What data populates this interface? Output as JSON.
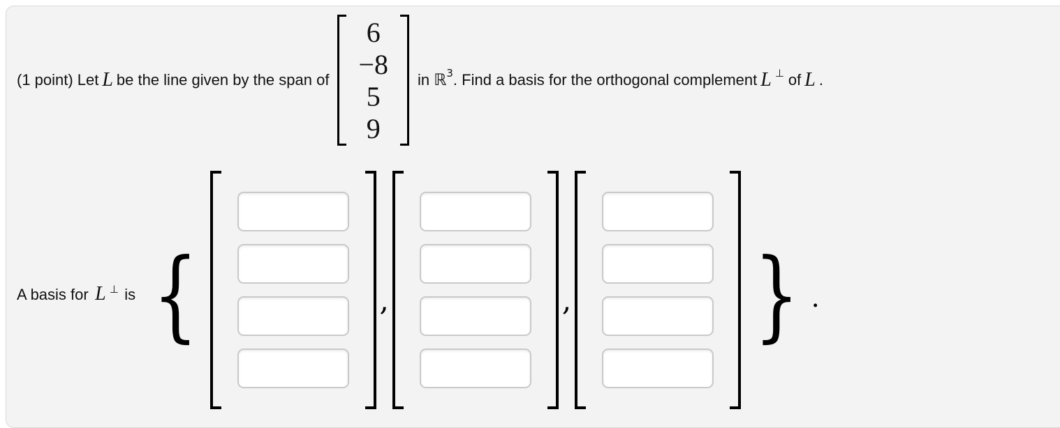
{
  "colors": {
    "panel_background": "#f3f3f3",
    "panel_border": "#d9d9d9",
    "input_border": "#c9c9c9",
    "text": "#111111",
    "bracket": "#000000"
  },
  "problem": {
    "points": "(1 point)",
    "text_let": "Let",
    "var_L": "L",
    "text_span": "be the line given by the span of",
    "vector": [
      "6",
      "−8",
      "5",
      "9"
    ],
    "text_in": "in",
    "reals_symbol": "ℝ",
    "reals_exponent": "3",
    "text_find": ". Find a basis for the orthogonal complement",
    "perp_symbol": "⊥",
    "text_of": "of",
    "period": "."
  },
  "answer": {
    "label_prefix": "A basis for",
    "label_var": "L",
    "label_perp": "⊥",
    "label_suffix": "is",
    "open_brace": "{",
    "close_brace": "}",
    "comma": ",",
    "period": ".",
    "vectors": [
      {
        "entries": [
          "",
          "",
          "",
          ""
        ]
      },
      {
        "entries": [
          "",
          "",
          "",
          ""
        ]
      },
      {
        "entries": [
          "",
          "",
          "",
          ""
        ]
      }
    ]
  }
}
